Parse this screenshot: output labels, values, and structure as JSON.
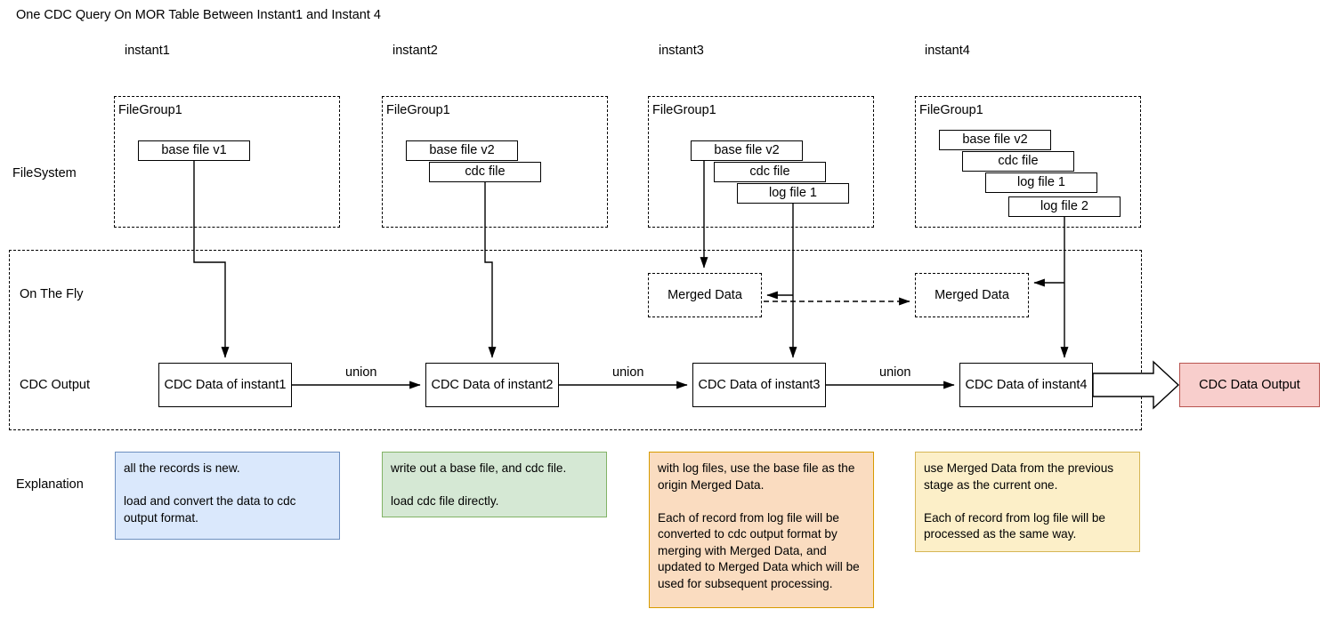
{
  "title": "One CDC Query On MOR Table Between Instant1 and Instant 4",
  "columns": [
    {
      "label": "instant1"
    },
    {
      "label": "instant2"
    },
    {
      "label": "instant3"
    },
    {
      "label": "instant4"
    }
  ],
  "rows": {
    "filesystem_label": "FileSystem",
    "onthefly_label": "On The Fly",
    "cdc_output_label": "CDC Output",
    "explanation_label": "Explanation"
  },
  "filegroups": [
    {
      "title": "FileGroup1",
      "files": [
        "base file v1"
      ]
    },
    {
      "title": "FileGroup1",
      "files": [
        "base file v2",
        "cdc file"
      ]
    },
    {
      "title": "FileGroup1",
      "files": [
        "base file v2",
        "cdc file",
        "log file 1"
      ]
    },
    {
      "title": "FileGroup1",
      "files": [
        "base file v2",
        "cdc file",
        "log file 1",
        "log file 2"
      ]
    }
  ],
  "merged_data": [
    {
      "label": "Merged Data"
    },
    {
      "label": "Merged Data"
    }
  ],
  "cdc_boxes": [
    {
      "label": "CDC Data of instant1"
    },
    {
      "label": "CDC Data of instant2"
    },
    {
      "label": "CDC Data of instant3"
    },
    {
      "label": "CDC Data of instant4"
    }
  ],
  "union_labels": [
    "union",
    "union",
    "union"
  ],
  "output": {
    "label": "CDC Data Output",
    "fill": "#f8cecc",
    "stroke": "#b85450"
  },
  "explanations": [
    {
      "fill": "#dae8fc",
      "stroke": "#6c8ebf",
      "paragraphs": [
        "all the records is new.",
        "load and convert the data to cdc output format."
      ]
    },
    {
      "fill": "#d5e8d4",
      "stroke": "#82b366",
      "paragraphs": [
        "write out a base file, and cdc file.",
        "load cdc file directly."
      ]
    },
    {
      "fill": "#fadcc0",
      "stroke": "#d79b00",
      "paragraphs": [
        "with log files, use the base file as the origin Merged Data.",
        "Each of record from log file will be converted to cdc output format by merging with Merged Data, and updated to Merged Data which will be used for subsequent processing."
      ]
    },
    {
      "fill": "#fcefc8",
      "stroke": "#d6b656",
      "paragraphs": [
        "use Merged Data from the previous stage as the current one.",
        "Each of record from log file will be processed as the same way."
      ]
    }
  ]
}
